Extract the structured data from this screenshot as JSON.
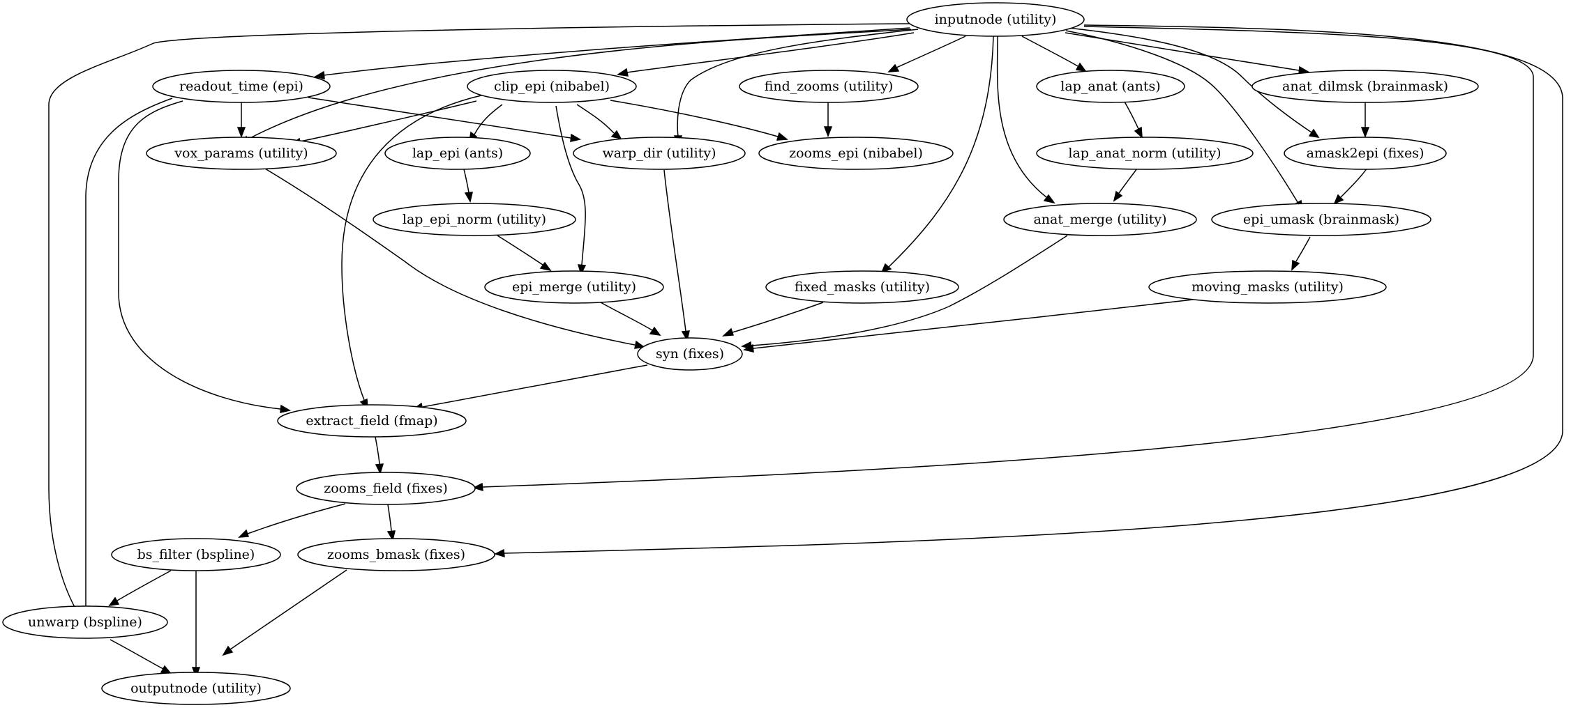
{
  "graph": {
    "nodes": {
      "inputnode": "inputnode (utility)",
      "readout_time": "readout_time (epi)",
      "clip_epi": "clip_epi (nibabel)",
      "find_zooms": "find_zooms (utility)",
      "lap_anat": "lap_anat (ants)",
      "anat_dilmsk": "anat_dilmsk (brainmask)",
      "vox_params": "vox_params (utility)",
      "lap_epi": "lap_epi (ants)",
      "warp_dir": "warp_dir (utility)",
      "zooms_epi": "zooms_epi (nibabel)",
      "lap_anat_norm": "lap_anat_norm (utility)",
      "amask2epi": "amask2epi (fixes)",
      "lap_epi_norm": "lap_epi_norm (utility)",
      "anat_merge": "anat_merge (utility)",
      "epi_umask": "epi_umask (brainmask)",
      "epi_merge": "epi_merge (utility)",
      "fixed_masks": "fixed_masks (utility)",
      "moving_masks": "moving_masks (utility)",
      "syn": "syn (fixes)",
      "extract_field": "extract_field (fmap)",
      "zooms_field": "zooms_field (fixes)",
      "bs_filter": "bs_filter (bspline)",
      "zooms_bmask": "zooms_bmask (fixes)",
      "unwarp": "unwarp (bspline)",
      "outputnode": "outputnode (utility)"
    }
  }
}
